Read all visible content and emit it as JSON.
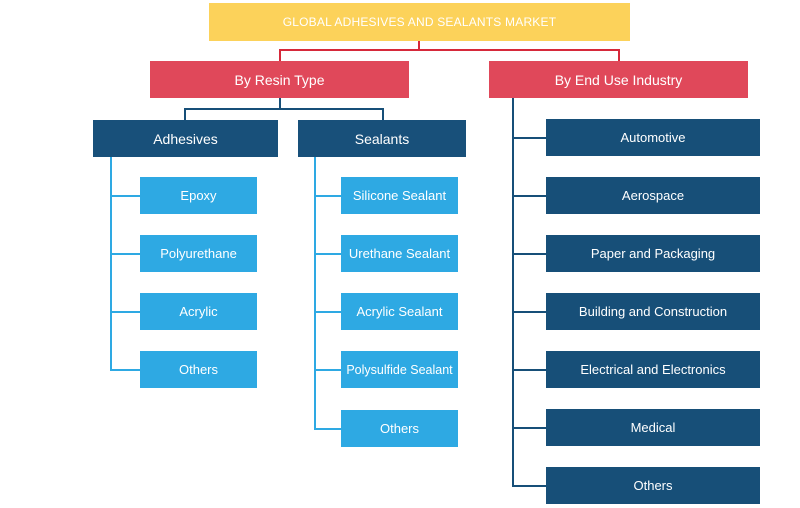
{
  "title": "GLOBAL ADHESIVES AND SEALANTS MARKET",
  "branches": {
    "resin": {
      "label": "By Resin Type",
      "adhesives": {
        "label": "Adhesives",
        "items": [
          "Epoxy",
          "Polyurethane",
          "Acrylic",
          "Others"
        ]
      },
      "sealants": {
        "label": "Sealants",
        "items": [
          "Silicone Sealant",
          "Urethane Sealant",
          "Acrylic Sealant",
          "Polysulfide Sealant",
          "Others"
        ]
      }
    },
    "end_use": {
      "label": "By End Use Industry",
      "items": [
        "Automotive",
        "Aerospace",
        "Paper and Packaging",
        "Building and Construction",
        "Electrical and Electronics",
        "Medical",
        "Others"
      ]
    }
  },
  "colors": {
    "root": "#fcd25a",
    "level1": "#e0485a",
    "level2": "#18507a",
    "leaf_resin": "#2ea9e3",
    "leaf_end_use": "#174f78"
  }
}
